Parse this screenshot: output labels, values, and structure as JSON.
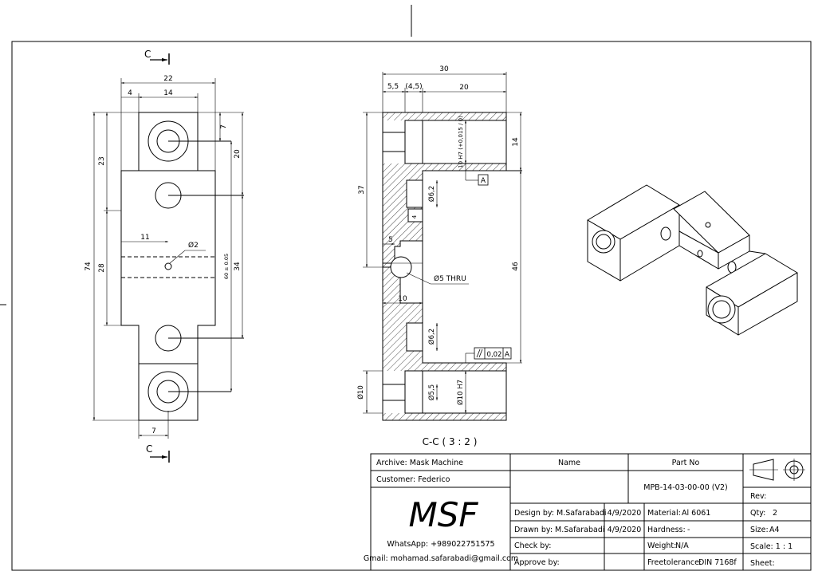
{
  "views": {
    "section_marker_top": "C",
    "section_marker_bottom": "C",
    "section_view_title": "C-C ( 3 : 2 )"
  },
  "front_view": {
    "dims": {
      "width_overall": "22",
      "width_inner": "14",
      "offset_left": "4",
      "bore_offset_top": "7",
      "height_total": "74",
      "height_upper": "23",
      "height_middle": "28",
      "right_20": "20",
      "right_34": "34",
      "tol_60": "60 ± 0.05",
      "hole_x": "11",
      "hole_dia": "Ø2",
      "bottom_7": "7"
    }
  },
  "section_view": {
    "dims": {
      "overall_30": "30",
      "left_5_5": "5,5",
      "left_4_5": "(4,5)",
      "right_20": "20",
      "right_14": "14",
      "height_37": "37",
      "height_46": "46",
      "bore_top": "10 H7 (+0,015 / 0)",
      "dia_6_2_top": "Ø6,2",
      "dia_6_2_bottom": "Ø6,2",
      "small_4": "4",
      "small_5": "5",
      "thru_hole": "Ø5 THRU",
      "width_10": "10",
      "dia_10_left": "Ø10",
      "dia_5_5": "Ø5,5",
      "bore_bottom": "Ø10 H7",
      "datum": "A",
      "parallel_tol": "0,02",
      "parallel_ref": "A"
    }
  },
  "title_block": {
    "archive": "Archive: Mask Machine",
    "customer": "Customer: Federico",
    "logo": "MSF",
    "whatsapp": "WhatsApp: +989022751575",
    "gmail": "Gmail: mohamad.safarabadi@gmail.com",
    "name_header": "Name",
    "partno_header": "Part No",
    "partno_value": "MPB-14-03-00-00 (V2)",
    "rev": "Rev:",
    "design_by": "Design by: M.Safarabadi",
    "design_date": "4/9/2020",
    "drawn_by": "Drawn by: M.Safarabadi",
    "drawn_date": "4/9/2020",
    "check_by": "Check by:",
    "approve_by": "Approve by:",
    "material_label": "Material:",
    "material_value": "Al 6061",
    "hardness_label": "Hardness:",
    "hardness_value": "-",
    "weight_label": "Weight:",
    "weight_value": "N/A",
    "freetol_label": "Freetolerance:",
    "freetol_value": "DIN 7168f",
    "qty_label": "Qty:",
    "qty_value": "2",
    "size_label": "Size:",
    "size_value": "A4",
    "scale": "Scale: 1 : 1",
    "sheet": "Sheet:"
  }
}
